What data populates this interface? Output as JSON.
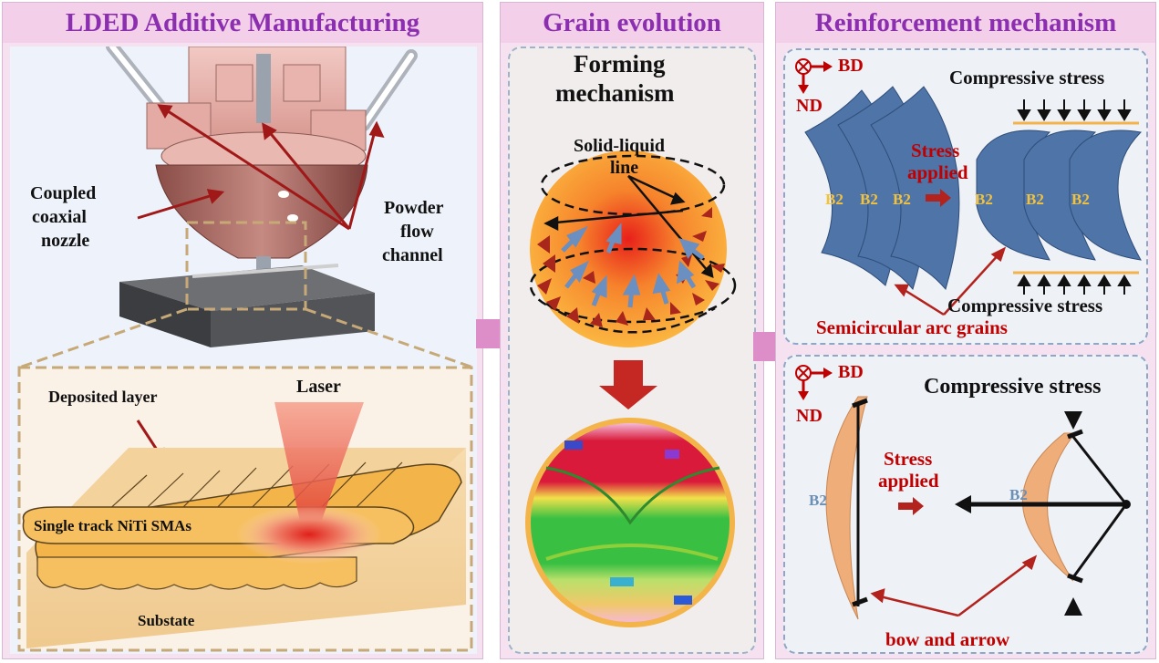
{
  "panels": {
    "ldem": {
      "title": "LDED Additive Manufacturing"
    },
    "grain": {
      "title": "Grain evolution"
    },
    "reinf": {
      "title": "Reinforcement mechanism"
    }
  },
  "labels": {
    "coupled": "Coupled",
    "coaxial": "coaxial",
    "nozzle": "nozzle",
    "powder": "Powder",
    "flow": "flow",
    "channel": "channel",
    "laser": "Laser",
    "deposited_layer": "Deposited layer",
    "single_track": "Single track NiTi SMAs",
    "substate": "Substate",
    "forming_1": "Forming",
    "forming_2": "mechanism",
    "solid_liquid_1": "Solid-liquid",
    "solid_liquid_2": "line",
    "bd": "BD",
    "nd": "ND",
    "compressive_top": "Compressive stress",
    "compressive_bottom": "Compressive stress",
    "stress_1": "Stress",
    "applied_1": "applied",
    "semicircular": "Semicircular arc grains",
    "b2": "B2",
    "compressive_lower": "Compressive stress",
    "stress_2": "Stress",
    "applied_2": "applied",
    "bow_arrow": "bow and arrow"
  },
  "colors": {
    "header_text": "#8b2fb0",
    "header_bg": "#f3cfe9",
    "grain_blue": "#4e74a8",
    "bow_orange": "#efad7a",
    "accent_red": "#b3221c",
    "stress_line": "#f4b24a"
  }
}
